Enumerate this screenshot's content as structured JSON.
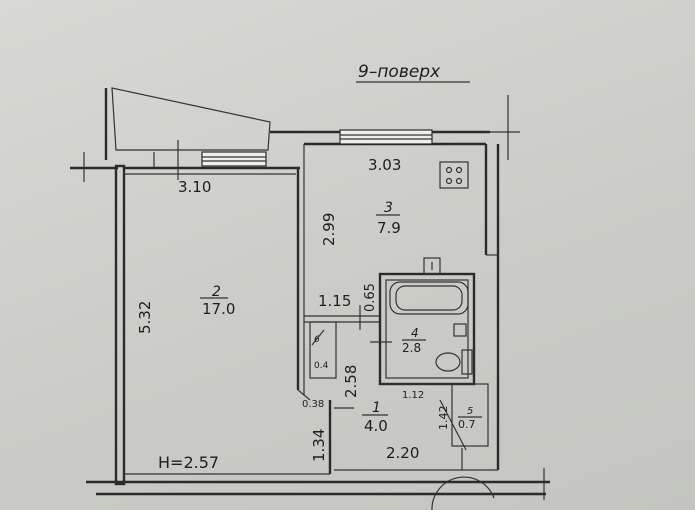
{
  "floor_label": "9–поверх",
  "rooms": [
    {
      "number": "1",
      "area": "4.0"
    },
    {
      "number": "2",
      "area": "17.0"
    },
    {
      "number": "3",
      "area": "7.9"
    },
    {
      "number": "4",
      "area": "2.8"
    },
    {
      "number": "5",
      "area": "0.7"
    },
    {
      "number": "6",
      "area": "0.4"
    }
  ],
  "dimensions": {
    "room2_width": "3.10",
    "room2_length": "5.32",
    "kitchen_width": "3.03",
    "kitchen_length": "2.99",
    "bath_width": "1.15",
    "bath_depth": "0.65",
    "hall_length": "2.58",
    "closet_width": "0.38",
    "entry_length": "1.34",
    "hall_width": "2.20",
    "wc_width": "1.12",
    "wc_length": "1.42"
  },
  "ceiling_height": "H=2.57"
}
